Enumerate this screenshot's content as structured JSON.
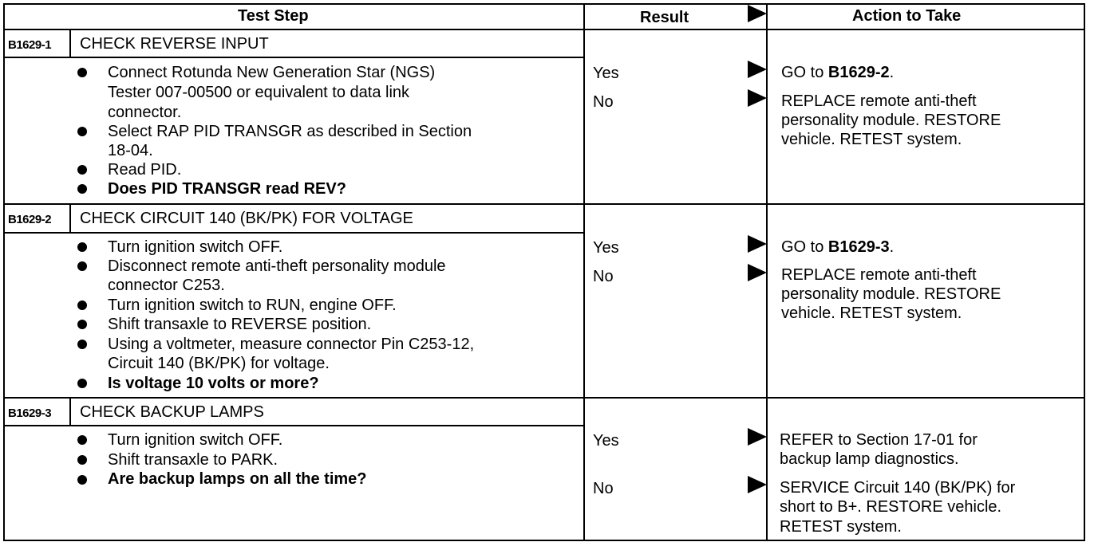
{
  "header": {
    "test_step": "Test Step",
    "result": "Result",
    "action": "Action to Take"
  },
  "steps": [
    {
      "code": "B1629-1",
      "title": "CHECK REVERSE INPUT",
      "lines": [
        "Connect Rotunda New Generation Star (NGS)",
        "Tester 007-00500 or equivalent to data link",
        "connector.",
        "Select RAP PID TRANSGR as described in Section",
        "18-04.",
        "Read PID.",
        "Does PID TRANSGR read REV?"
      ],
      "results": [
        "Yes",
        "No"
      ],
      "actions": {
        "yes_prefix": "GO to ",
        "yes_target": "B1629-2",
        "yes_suffix": ".",
        "no_lines": [
          "REPLACE remote anti-theft",
          "personality module. RESTORE",
          "vehicle. RETEST system."
        ]
      }
    },
    {
      "code": "B1629-2",
      "title": "CHECK CIRCUIT 140 (BK/PK) FOR VOLTAGE",
      "lines": [
        "Turn ignition switch OFF.",
        "Disconnect remote anti-theft personality module",
        "connector C253.",
        "Turn ignition switch to RUN, engine OFF.",
        "Shift transaxle to REVERSE position.",
        "Using a voltmeter, measure connector Pin C253-12,",
        "Circuit 140 (BK/PK) for voltage.",
        "Is voltage 10 volts or more?"
      ],
      "results": [
        "Yes",
        "No"
      ],
      "actions": {
        "yes_prefix": "GO to ",
        "yes_target": "B1629-3",
        "yes_suffix": ".",
        "no_lines": [
          "REPLACE remote anti-theft",
          "personality module. RESTORE",
          "vehicle. RETEST system."
        ]
      }
    },
    {
      "code": "B1629-3",
      "title": "CHECK BACKUP LAMPS",
      "lines": [
        "Turn ignition switch OFF.",
        "Shift transaxle to PARK.",
        "Are backup lamps on all the time?"
      ],
      "results": [
        "Yes",
        "No"
      ],
      "actions": {
        "yes_lines": [
          "REFER to Section 17-01 for",
          "backup lamp diagnostics."
        ],
        "no_lines": [
          "SERVICE Circuit 140 (BK/PK) for",
          "short to B+. RESTORE vehicle.",
          "RETEST system."
        ]
      }
    }
  ]
}
